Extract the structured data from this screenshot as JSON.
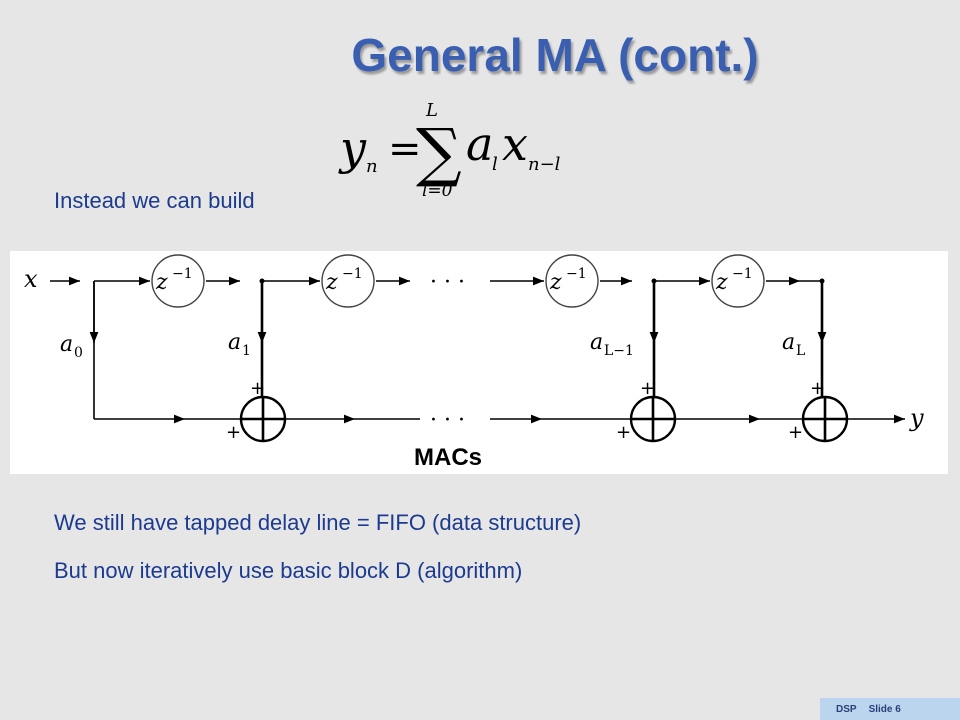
{
  "slide": {
    "title": "General MA (cont.)",
    "formula": {
      "lhs_var": "y",
      "lhs_sub": "n",
      "equals": "=",
      "sum_upper": "L",
      "sum_lower": "l=0",
      "coef_var": "a",
      "coef_sub": "l",
      "input_var": "x",
      "input_sub": "n−l"
    },
    "intro_text": "Instead we can build",
    "diagram": {
      "input_label": "x",
      "output_label": "y",
      "delay_label": "z",
      "delay_exp": "−1",
      "ellipsis": "· · ·",
      "coef_labels": [
        {
          "base": "a",
          "sub": "0"
        },
        {
          "base": "a",
          "sub": "1"
        },
        {
          "base": "a",
          "sub": "L−1"
        },
        {
          "base": "a",
          "sub": "L"
        }
      ],
      "plus_sign": "+",
      "macs_label": "MACs",
      "macs_color": "#e0329c"
    },
    "bullets": [
      "We still have tapped delay line = FIFO (data structure)",
      "But now iteratively use basic block D (algorithm)"
    ],
    "footer": {
      "left": "DSP",
      "right": "Slide 6"
    }
  }
}
